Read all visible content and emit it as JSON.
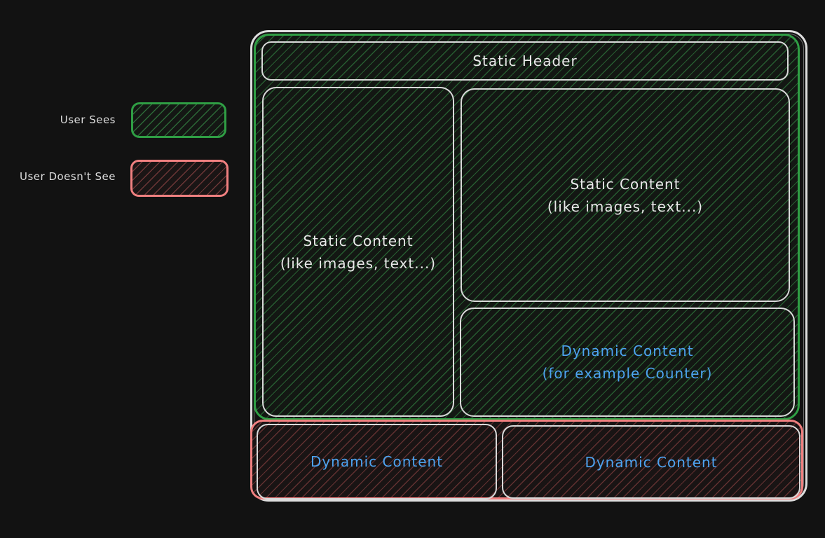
{
  "legend": {
    "items": [
      {
        "label": "User Sees",
        "color": "#2f9e44"
      },
      {
        "label": "User Doesn't See",
        "color": "#f08080"
      }
    ]
  },
  "diagram": {
    "header": {
      "label": "Static Header"
    },
    "left_static": {
      "line1": "Static Content",
      "line2": "(like images, text...)"
    },
    "right_static": {
      "line1": "Static Content",
      "line2": "(like images, text...)"
    },
    "right_dynamic": {
      "line1": "Dynamic Content",
      "line2": "(for example Counter)"
    },
    "bottom_left_dynamic": {
      "label": "Dynamic Content"
    },
    "bottom_right_dynamic": {
      "label": "Dynamic Content"
    }
  },
  "colors": {
    "background": "#121212",
    "frame_border": "#dedede",
    "visible_border": "#2f9e44",
    "hidden_border": "#f08080",
    "static_text": "#e9e9e9",
    "dynamic_text": "#4da3f0"
  }
}
